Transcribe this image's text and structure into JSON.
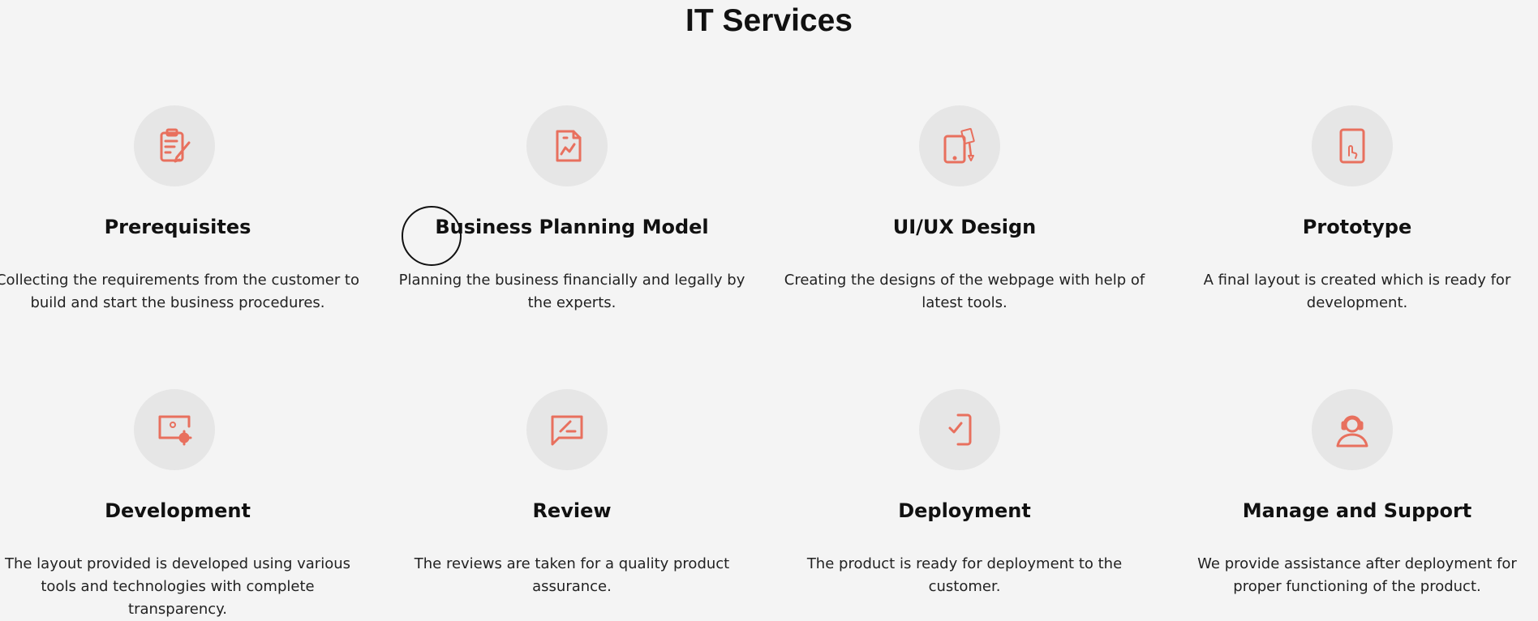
{
  "page": {
    "title": "IT Services",
    "accent_color": "#e8705e"
  },
  "services": [
    {
      "icon": "clipboard-pen-icon",
      "title": "Prerequisites",
      "description": "Collecting the requirements from the customer to build and start the business procedures."
    },
    {
      "icon": "document-chart-icon",
      "title": "Business Planning Model",
      "description": "Planning the business financially and legally by the experts."
    },
    {
      "icon": "tablet-design-tools-icon",
      "title": "UI/UX Design",
      "description": "Creating the designs of the webpage with help of latest tools."
    },
    {
      "icon": "phone-touch-icon",
      "title": "Prototype",
      "description": "A final layout is created which is ready for development."
    },
    {
      "icon": "monitor-gear-icon",
      "title": "Development",
      "description": "The layout provided is developed using various tools and technologies with complete transparency."
    },
    {
      "icon": "chat-edit-icon",
      "title": "Review",
      "description": "The reviews are taken for a quality product assurance."
    },
    {
      "icon": "phone-check-icon",
      "title": "Deployment",
      "description": "The product is ready for deployment to the customer."
    },
    {
      "icon": "support-headset-icon",
      "title": "Manage and Support",
      "description": "We provide assistance after deployment for proper functioning of the product."
    }
  ]
}
